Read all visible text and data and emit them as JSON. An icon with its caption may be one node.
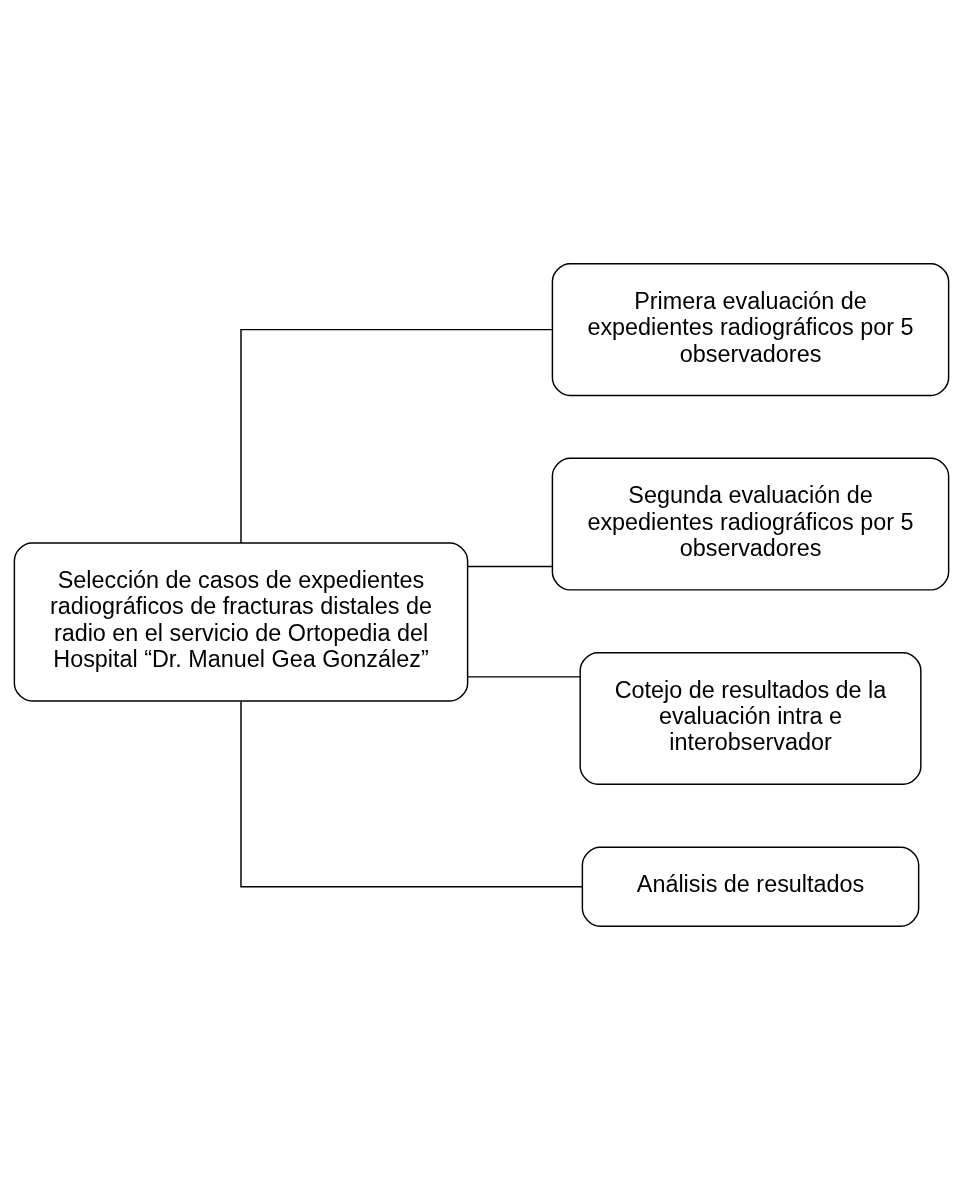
{
  "diagram": {
    "nodes": [
      {
        "text": [
          "Selección de casos de expedientes radiográficos de fracturas distales de radio en el servicio de Ortopedia del Hospital “Dr. Manuel Gea González”"
        ]
      },
      {
        "text": [
          "Primera evaluación de expedientes radiográficos por 5 observadores"
        ]
      },
      {
        "text": [
          "Segunda evaluación de expedientes radiográficos por 5 observadores"
        ]
      },
      {
        "text": [
          "Cotejo de resultados de la evaluación intra e interobservador"
        ]
      },
      {
        "text": [
          "Análisis de resultados"
        ]
      }
    ],
    "edges": [
      {
        "from": 0,
        "to": 1,
        "arrow": "none"
      },
      {
        "from": 0,
        "to": 2,
        "arrow": "none"
      },
      {
        "from": 0,
        "to": 3,
        "arrow": "none"
      },
      {
        "from": 0,
        "to": 4,
        "arrow": "none"
      }
    ]
  }
}
